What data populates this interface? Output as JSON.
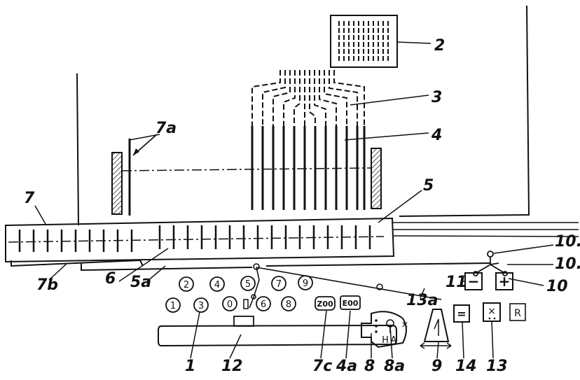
{
  "callouts": {
    "c1": "1",
    "c2": "2",
    "c3": "3",
    "c4": "4",
    "c4a": "4a",
    "c5": "5",
    "c5a": "5a",
    "c6": "6",
    "c7": "7",
    "c7a": "7a",
    "c7b": "7b",
    "c7c": "7c",
    "c8": "8",
    "c8a": "8a",
    "c9": "9",
    "c10": "10",
    "c10a": "10.",
    "c10b": "10.",
    "c11": "11",
    "c12": "12",
    "c13": "13",
    "c13a": "13a",
    "c14": "14"
  },
  "number_keys": [
    "1",
    "2",
    "3",
    "4",
    "5",
    "6",
    "7",
    "8",
    "9",
    "0"
  ],
  "keys": {
    "zoo": "Z00",
    "eoo": "E00",
    "minus": "−",
    "plus": "+",
    "equals": "=",
    "multiply": "×",
    "reset": "R",
    "mode_h": "H",
    "mode_a": "A",
    "mode_x": "×"
  }
}
